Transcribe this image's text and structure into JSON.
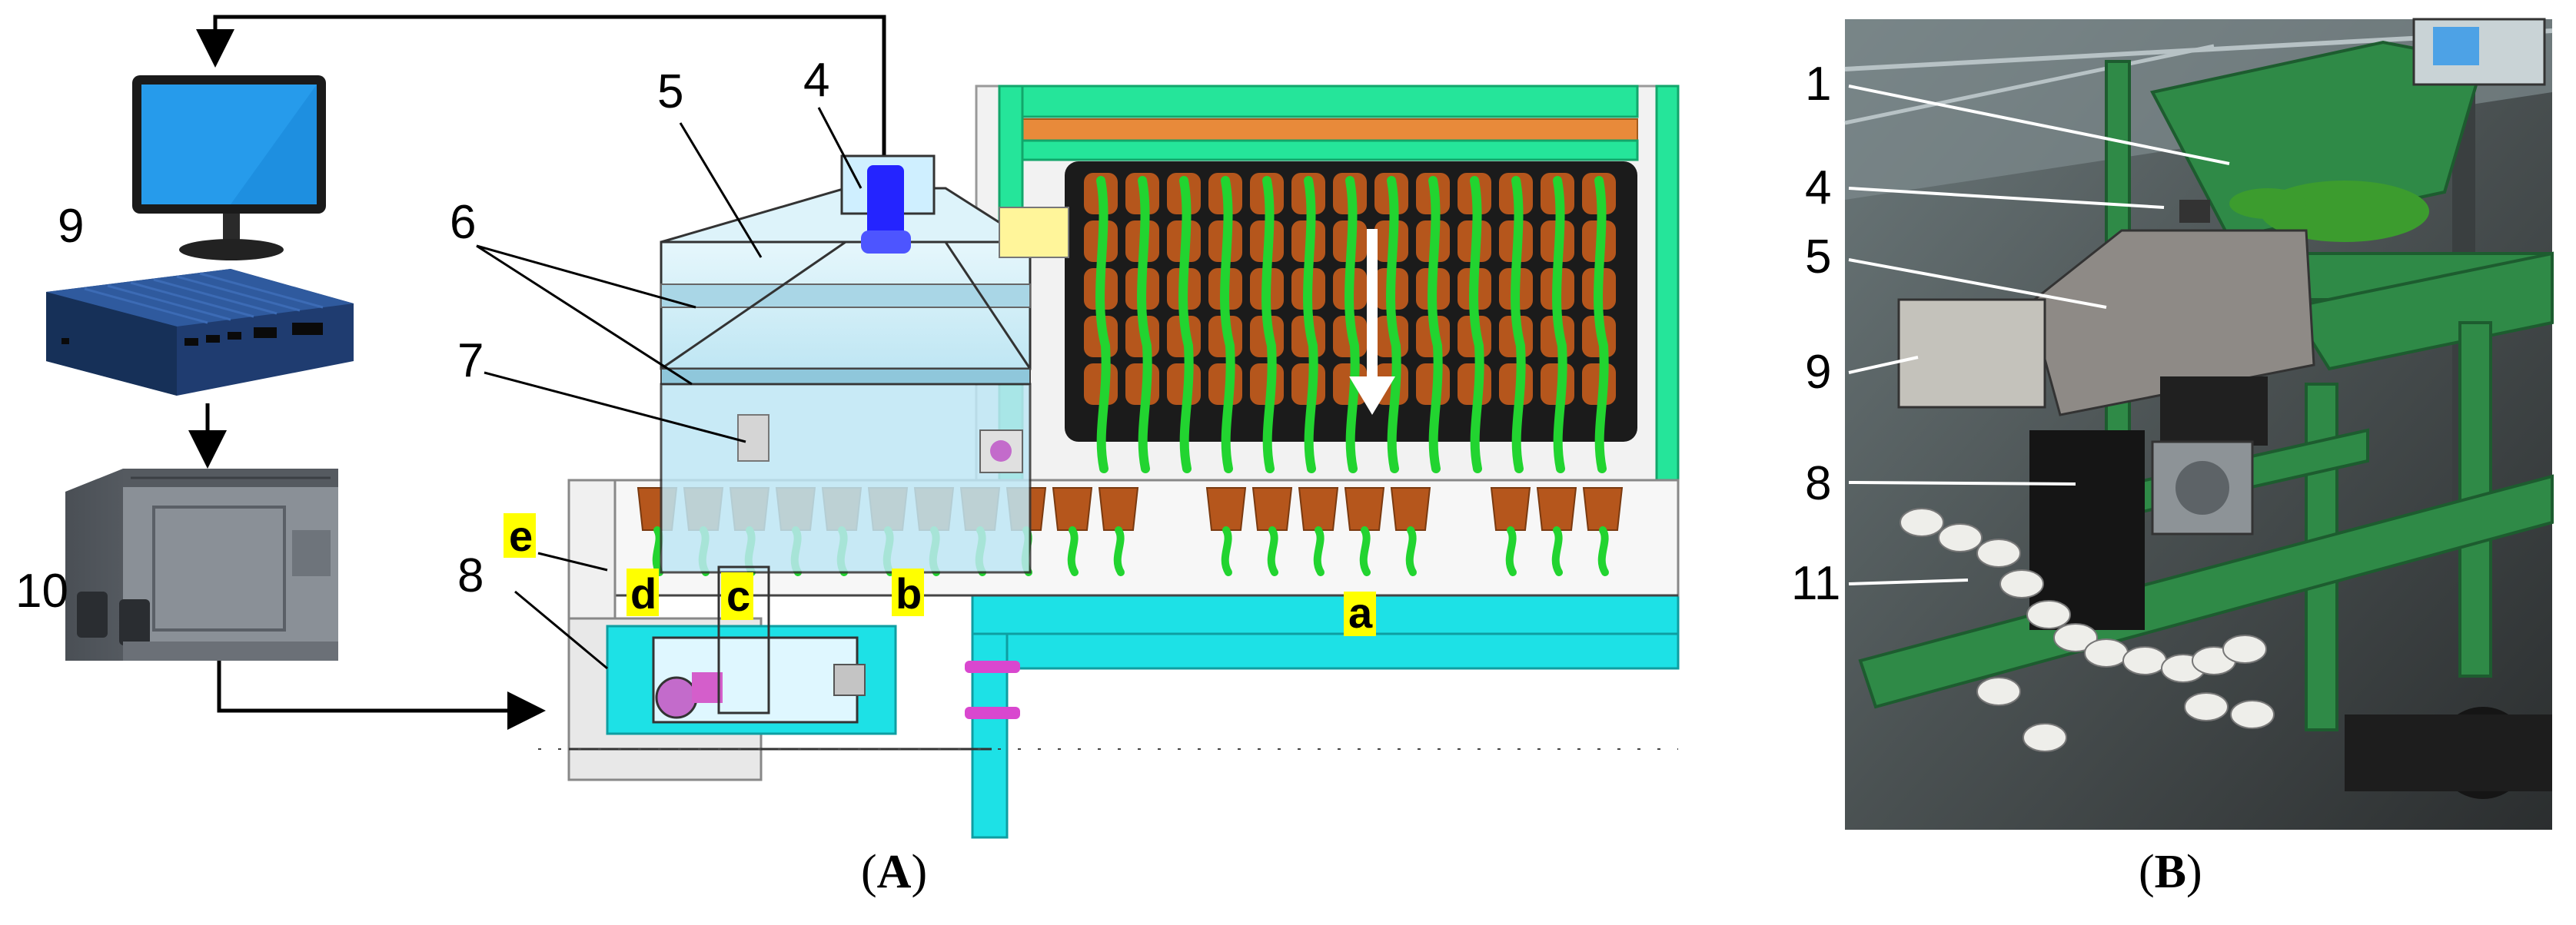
{
  "panel_a": {
    "caption_letter": "A",
    "numbers": {
      "n9": "9",
      "n10": "10",
      "n8": "8",
      "n5": "5",
      "n4": "4",
      "n6": "6",
      "n7": "7"
    },
    "letters": {
      "a": "a",
      "b": "b",
      "c": "c",
      "d": "d",
      "e": "e"
    }
  },
  "panel_b": {
    "caption_letter": "B",
    "numbers": {
      "n1": "1",
      "n4": "4",
      "n5": "5",
      "n9": "9",
      "n8": "8",
      "n11": "11"
    }
  },
  "colors": {
    "tray": "#1b1b1b",
    "cup": "#b5561c",
    "seedling": "#22d430",
    "frame_green": "#25e59a",
    "rail_cyan": "#1de1e6",
    "chamber_blue": "#c8ecf8",
    "label_highlight": "#ffff00",
    "photo_machine_green": "#2f8a47"
  }
}
